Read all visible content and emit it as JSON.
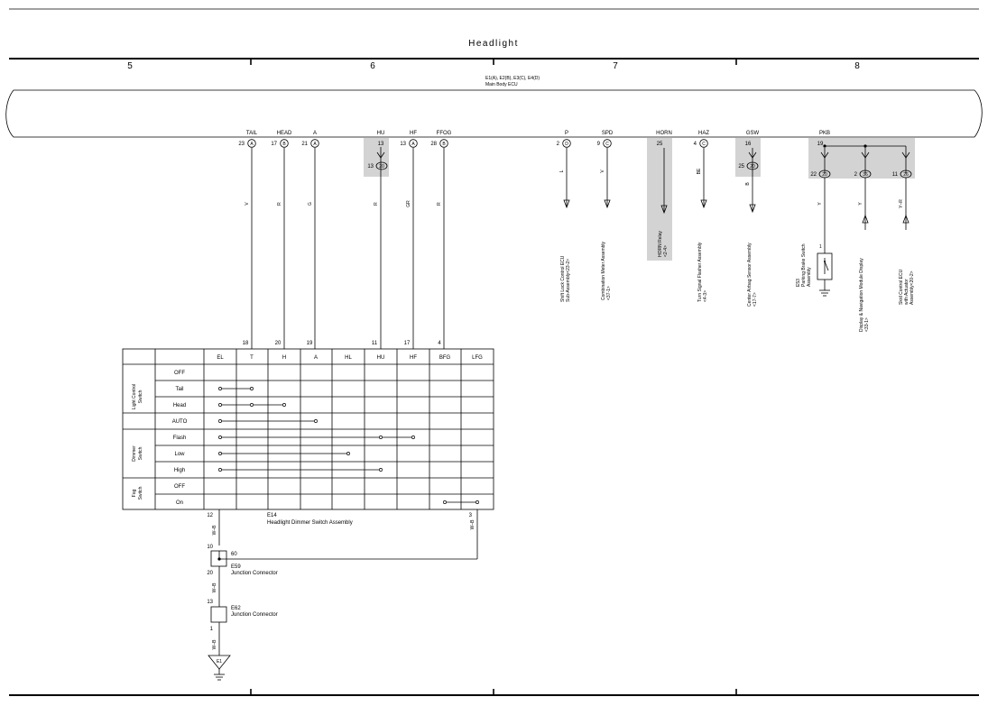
{
  "title": "Headlight",
  "zones": [
    "5",
    "6",
    "7",
    "8"
  ],
  "ecu": {
    "label1": "E1(A), E2(B), E3(C), E4(D)",
    "label2": "Main Body ECU"
  },
  "ecu_pins": [
    {
      "name": "TAIL",
      "pin": "23",
      "conn": "A",
      "wire": "V"
    },
    {
      "name": "HEAD",
      "pin": "17",
      "conn": "B",
      "wire": "R"
    },
    {
      "name": "A",
      "pin": "21",
      "conn": "A",
      "wire": "G"
    },
    {
      "name": "HU",
      "pin": "13",
      "conn": "",
      "wire": "R"
    },
    {
      "name": "HF",
      "pin": "13",
      "conn": "A",
      "wire": "GR"
    },
    {
      "name": "FFOG",
      "pin": "28",
      "conn": "B",
      "wire": "R"
    },
    {
      "name": "P",
      "pin": "2",
      "conn": "D",
      "wire": "L"
    },
    {
      "name": "SPD",
      "pin": "9",
      "conn": "C",
      "wire": "V"
    },
    {
      "name": "HORN",
      "pin": "25",
      "conn": "",
      "wire": ""
    },
    {
      "name": "HAZ",
      "pin": "4",
      "conn": "C",
      "wire": "BE"
    },
    {
      "name": "GSW",
      "pin": "16",
      "conn": "",
      "wire": "B"
    },
    {
      "name": "PKB",
      "pin": "19",
      "conn": "",
      "wire": ""
    }
  ],
  "junctions": {
    "hu": {
      "pin": "13",
      "conn": "20"
    },
    "gsw": {
      "pin": "25",
      "conn": "20"
    },
    "pkb": [
      {
        "pin": "22",
        "conn": "20",
        "wire": "Y"
      },
      {
        "pin": "2",
        "conn": "36",
        "wire": "Y"
      },
      {
        "pin": "11",
        "conn": "26",
        "wire": "Y–R"
      }
    ]
  },
  "destinations": {
    "shift": [
      "Shift Lock Control ECU",
      "Sub-Assembly<23-2>"
    ],
    "meter": [
      "Combination Meter Assembly",
      "<37-1>"
    ],
    "horn": [
      "HORN Relay",
      "<2-4>"
    ],
    "flasher": [
      "Turn Signal Flasher Assembly",
      "<4-3>"
    ],
    "airbag": [
      "Center Airbag Sensor Assembly",
      "<17-7>"
    ],
    "brake": [
      "E53",
      "Parking Brake Switch",
      "Assembly"
    ],
    "display": [
      "Display & Navigation Module Display",
      "<33-1>"
    ],
    "skid": [
      "Skid Control ECU",
      "with Actuator",
      "Assembly<20-2>"
    ],
    "brake_pin": "1"
  },
  "switch_table": {
    "pin_numbers": [
      "18",
      "20",
      "19",
      "11",
      "17",
      "4"
    ],
    "columns": [
      "EL",
      "T",
      "H",
      "A",
      "HL",
      "HU",
      "HF",
      "BFG",
      "LFG"
    ],
    "groups": [
      {
        "name": [
          "Light Control",
          "Switch"
        ],
        "rows": [
          "OFF",
          "Tail",
          "Head",
          "AUTO"
        ]
      },
      {
        "name": [
          "Dimmer",
          "Switch"
        ],
        "rows": [
          "Flash",
          "Low",
          "High"
        ]
      },
      {
        "name": [
          "Fog",
          "Switch"
        ],
        "rows": [
          "OFF",
          "On"
        ]
      }
    ],
    "connections": [
      [],
      [
        0,
        1
      ],
      [
        0,
        1,
        2
      ],
      [
        0,
        3
      ],
      [
        0,
        5,
        6
      ],
      [
        0,
        4
      ],
      [
        0,
        5
      ],
      [],
      [
        7,
        8
      ]
    ]
  },
  "bottom": {
    "e14": {
      "id": "E14",
      "name": "Headlight Dimmer Switch Assembly",
      "pin_left": "12",
      "pin_right": "3"
    },
    "wires": [
      "W–B",
      "W–B",
      "W–B",
      "W–B"
    ],
    "e59": {
      "id": "E59",
      "name": "Junction Connector",
      "pin_top": "10",
      "pin_side": "60",
      "pin_bottom": "20"
    },
    "e62": {
      "id": "E62",
      "name": "Junction Connector",
      "pin_top": "13",
      "pin_bottom": "1"
    },
    "ground": "E1"
  }
}
